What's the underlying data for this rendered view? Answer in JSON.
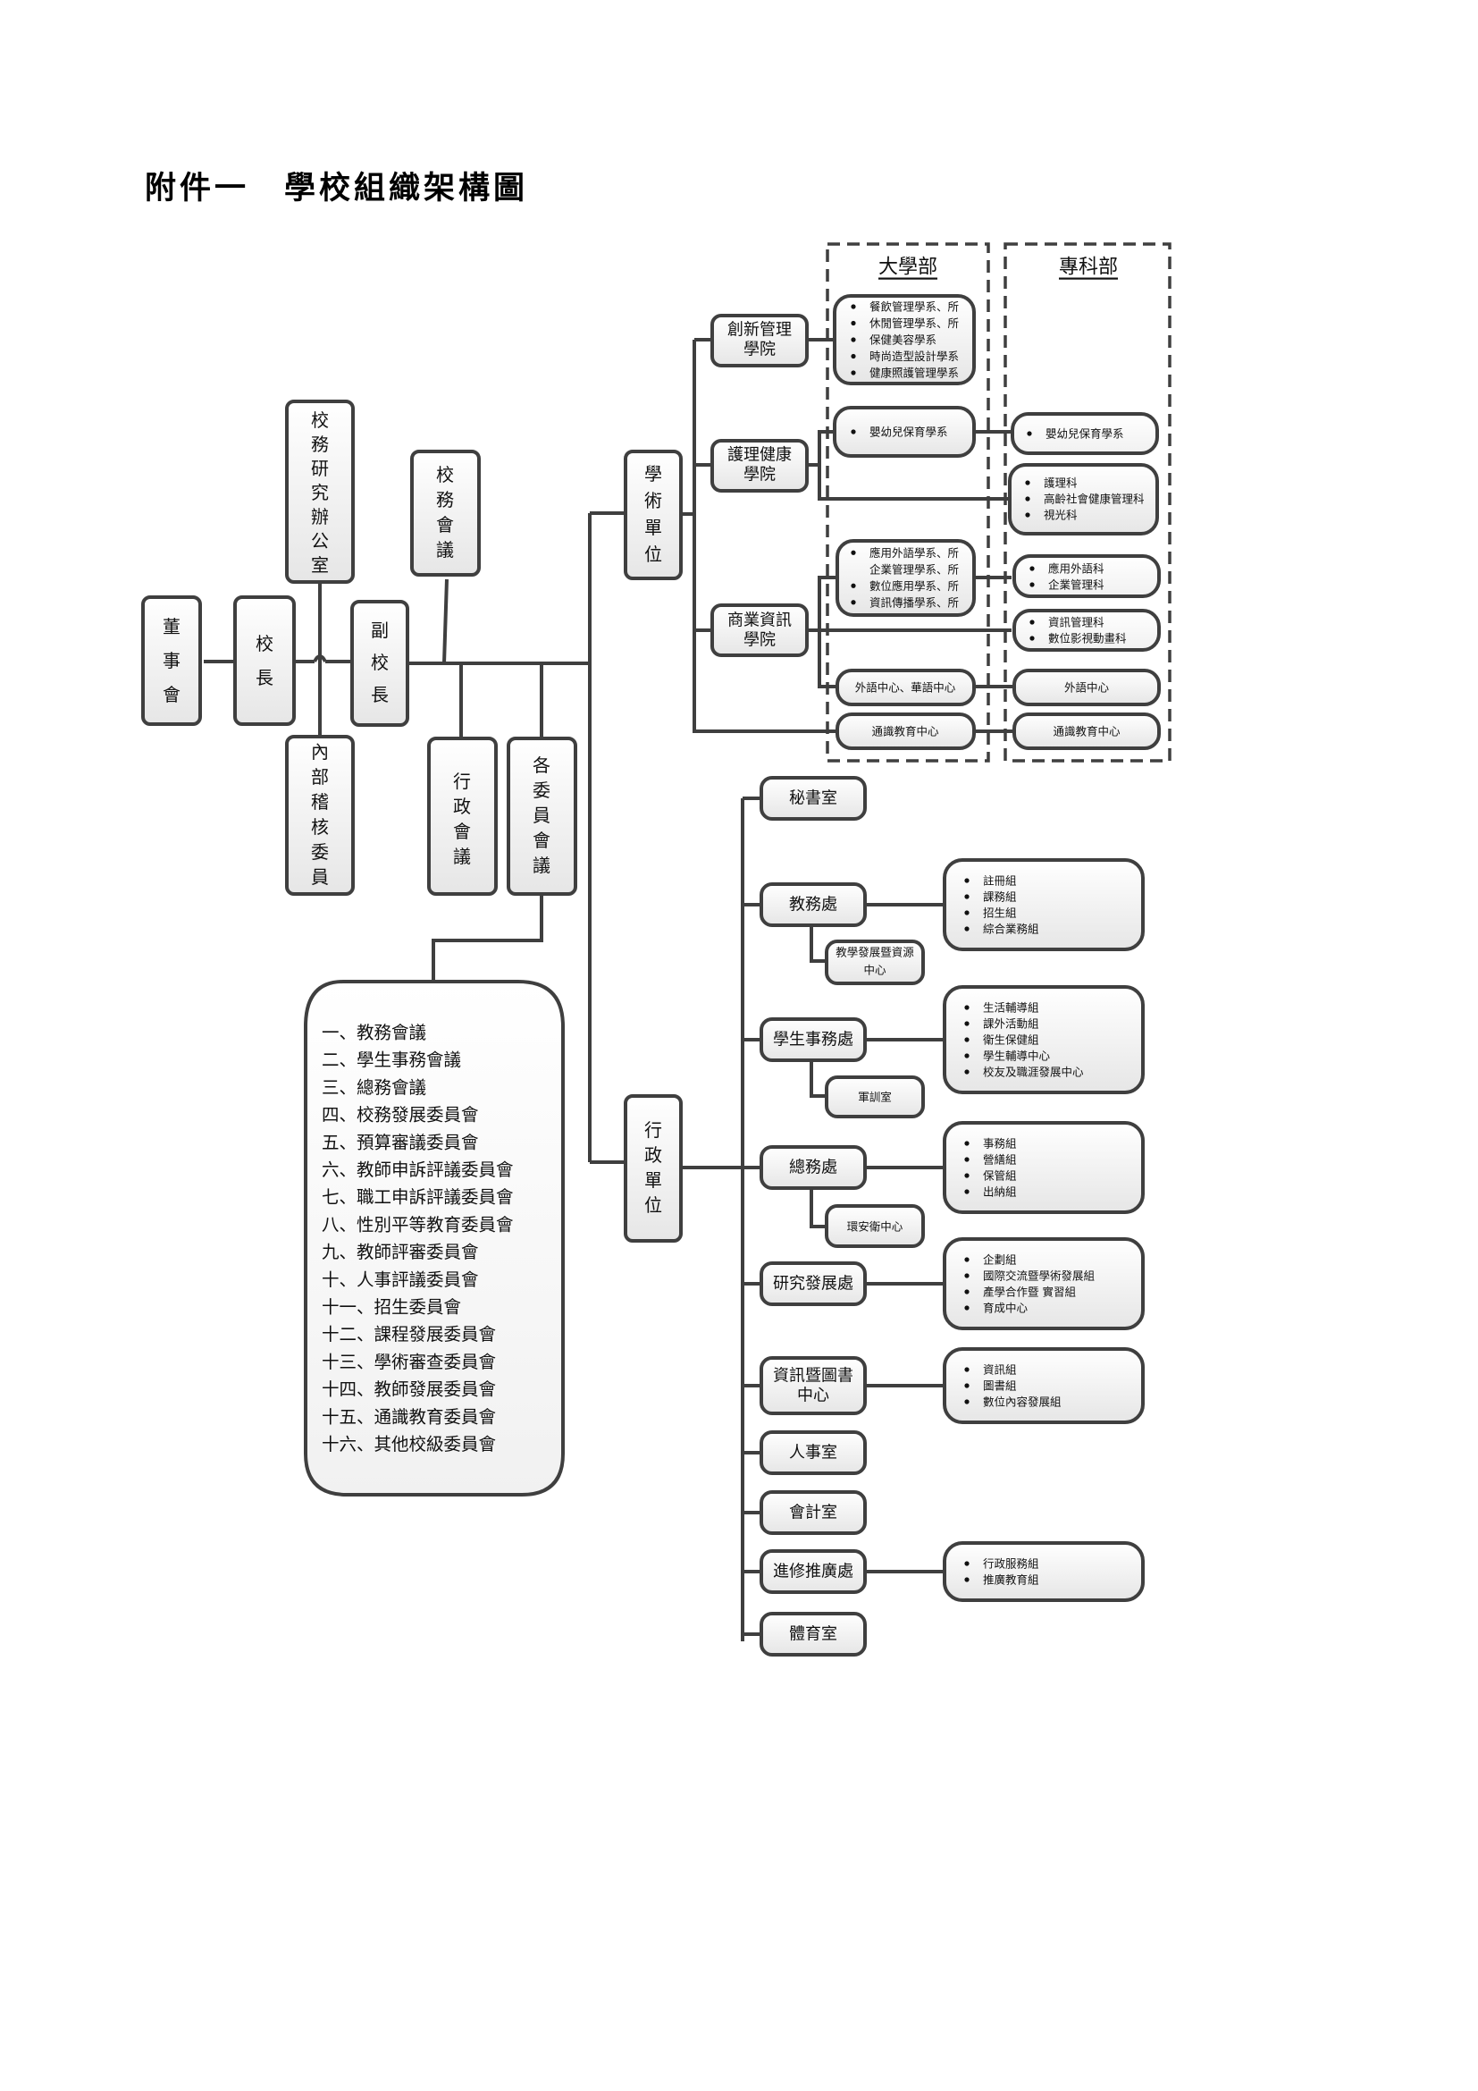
{
  "title": "附件一　學校組織架構圖",
  "top_chain": {
    "board": "董事會",
    "president": "校長",
    "research_office": "校務研究辦公室",
    "internal_audit": "內部稽核委員",
    "vice_president": "副校長",
    "school_affairs_meeting": "校務會議",
    "admin_meeting": "行政會議",
    "committees_meeting": "各委員會議"
  },
  "committees": [
    "一、教務會議",
    "二、學生事務會議",
    "三、總務會議",
    "四、校務發展委員會",
    "五、預算審議委員會",
    "六、教師申訴評議委員會",
    "七、職工申訴評議委員會",
    "八、性別平等教育委員會",
    "九、教師評審委員會",
    "十、人事評議委員會",
    "十一、招生委員會",
    "十二、課程發展委員會",
    "十三、學術審查委員會",
    "十四、教師發展委員會",
    "十五、通識教育委員會",
    "十六、其他校級委員會"
  ],
  "academic": {
    "label": "學術單位",
    "university_header": "大學部",
    "junior_college_header": "專科部",
    "colleges": [
      {
        "name": "創新管理學院",
        "name_lines": [
          "創新管理",
          "學院"
        ],
        "university": [
          [
            "餐飲管理學系、所",
            "休閒管理學系、所",
            "保健美容學系",
            "時尚造型設計學系",
            "健康照護管理學系"
          ]
        ],
        "junior": []
      },
      {
        "name": "護理健康學院",
        "name_lines": [
          "護理健康",
          "學院"
        ],
        "university": [
          [
            "嬰幼兒保育學系"
          ]
        ],
        "junior": [
          [
            "嬰幼兒保育學系"
          ],
          [
            "護理科",
            "高齡社會健康管理科",
            "視光科"
          ]
        ]
      },
      {
        "name": "商業資訊學院",
        "name_lines": [
          "商業資訊",
          "學院"
        ],
        "university": [
          [
            "應用外語學系、所",
            "企業管理學系、所",
            "數位應用學系、所",
            "資訊傳播學系、所"
          ]
        ],
        "university_bullets": [
          true,
          false,
          true,
          true
        ],
        "junior": [
          [
            "應用外語科",
            "企業管理科"
          ],
          [
            "資訊管理科",
            "數位影視動畫科"
          ]
        ]
      }
    ],
    "language_center_univ": "外語中心、華語中心",
    "language_center_junior": "外語中心",
    "general_ed_univ": "通識教育中心",
    "general_ed_junior": "通識教育中心"
  },
  "administrative": {
    "label": "行政單位",
    "offices": [
      {
        "name": "秘書室",
        "lines": [
          "秘書室"
        ]
      },
      {
        "name": "教務處",
        "lines": [
          "教務處"
        ],
        "sub": [
          "教學發展暨資源",
          "中心"
        ],
        "groups": [
          "註冊組",
          "課務組",
          "招生組",
          "綜合業務組"
        ]
      },
      {
        "name": "學生事務處",
        "lines": [
          "學生事務處"
        ],
        "sub": [
          "軍訓室"
        ],
        "groups": [
          "生活輔導組",
          "課外活動組",
          "衛生保健組",
          "學生輔導中心",
          "校友及職涯發展中心"
        ]
      },
      {
        "name": "總務處",
        "lines": [
          "總務處"
        ],
        "sub": [
          "環安衛中心"
        ],
        "groups": [
          "事務組",
          "營繕組",
          "保管組",
          "出納組"
        ]
      },
      {
        "name": "研究發展處",
        "lines": [
          "研究發展處"
        ],
        "groups": [
          "企劃組",
          "國際交流暨學術發展組",
          "產學合作暨 實習組",
          "育成中心"
        ]
      },
      {
        "name": "資訊暨圖書中心",
        "lines": [
          "資訊暨圖書",
          "中心"
        ],
        "groups": [
          "資訊組",
          "圖書組",
          "數位內容發展組"
        ]
      },
      {
        "name": "人事室",
        "lines": [
          "人事室"
        ]
      },
      {
        "name": "會計室",
        "lines": [
          "會計室"
        ]
      },
      {
        "name": "進修推廣處",
        "lines": [
          "進修推廣處"
        ],
        "groups": [
          "行政服務組",
          "推廣教育組"
        ]
      },
      {
        "name": "體育室",
        "lines": [
          "體育室"
        ]
      }
    ]
  },
  "colors": {
    "line": "#3f3f3f",
    "box_fill_top": "#ffffff",
    "box_fill_bottom": "#e9e9e9",
    "text": "#111111"
  }
}
